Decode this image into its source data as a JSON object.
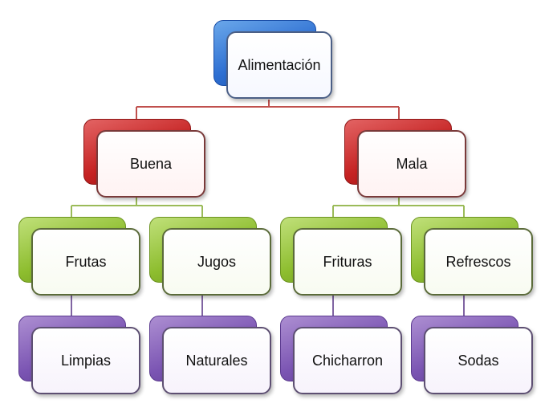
{
  "nodes": {
    "root": "Alimentación",
    "buena": "Buena",
    "mala": "Mala",
    "frutas": "Frutas",
    "jugos": "Jugos",
    "frituras": "Frituras",
    "refrescos": "Refrescos",
    "limpias": "Limpias",
    "naturales": "Naturales",
    "chicharron": "Chicharron",
    "sodas": "Sodas"
  },
  "colors": {
    "level1": "#2e6fd2",
    "level2": "#c52222",
    "level3": "#8dbd2e",
    "level4": "#7b55b3",
    "connector_red": "#c0504d",
    "connector_green": "#9bbb59",
    "connector_purple": "#8064a2"
  }
}
